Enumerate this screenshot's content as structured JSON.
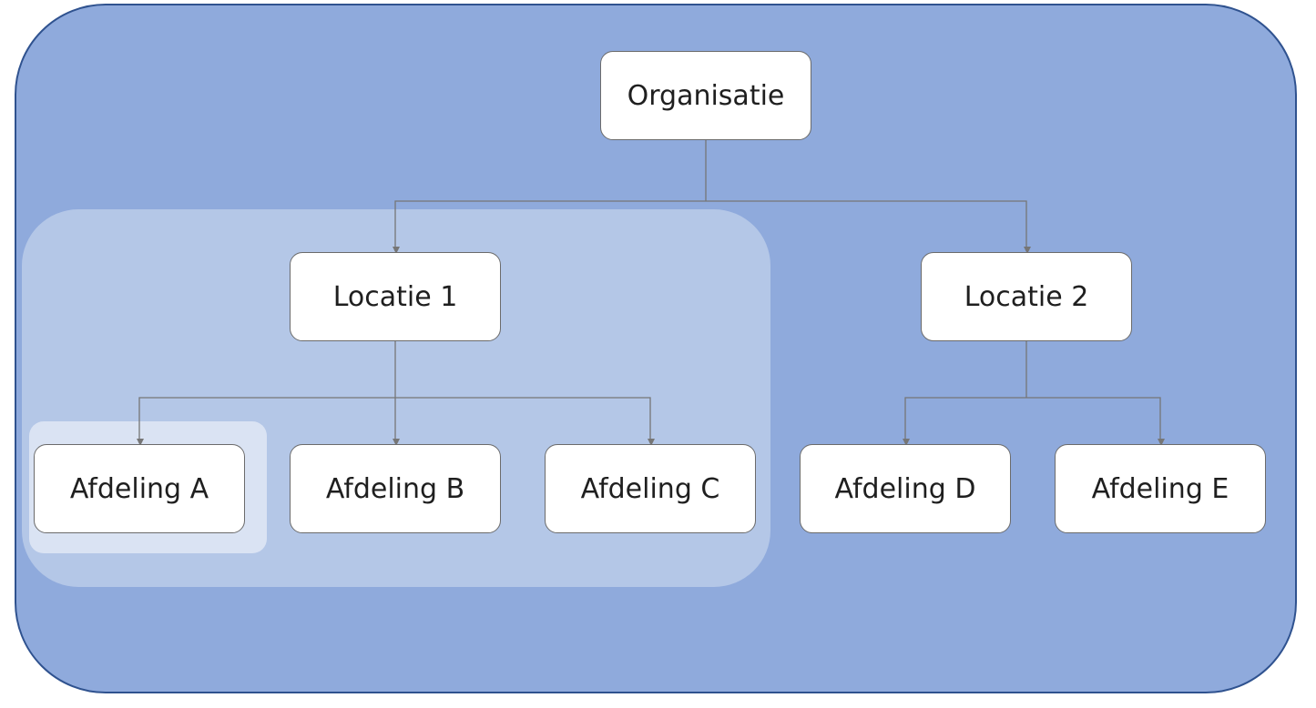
{
  "colors": {
    "outer_fill": "#8faadc",
    "outer_border": "#2f528f",
    "region_locatie_1_fill": "#b4c7e7",
    "region_afdeling_a_fill": "#dae3f3",
    "connector": "#767676"
  },
  "nodes": {
    "organisatie": "Organisatie",
    "locatie_1": "Locatie 1",
    "locatie_2": "Locatie 2",
    "afdeling_a": "Afdeling A",
    "afdeling_b": "Afdeling B",
    "afdeling_c": "Afdeling C",
    "afdeling_d": "Afdeling D",
    "afdeling_e": "Afdeling E"
  },
  "edges": [
    [
      "organisatie",
      "locatie_1"
    ],
    [
      "organisatie",
      "locatie_2"
    ],
    [
      "locatie_1",
      "afdeling_a"
    ],
    [
      "locatie_1",
      "afdeling_b"
    ],
    [
      "locatie_1",
      "afdeling_c"
    ],
    [
      "locatie_2",
      "afdeling_d"
    ],
    [
      "locatie_2",
      "afdeling_e"
    ]
  ]
}
